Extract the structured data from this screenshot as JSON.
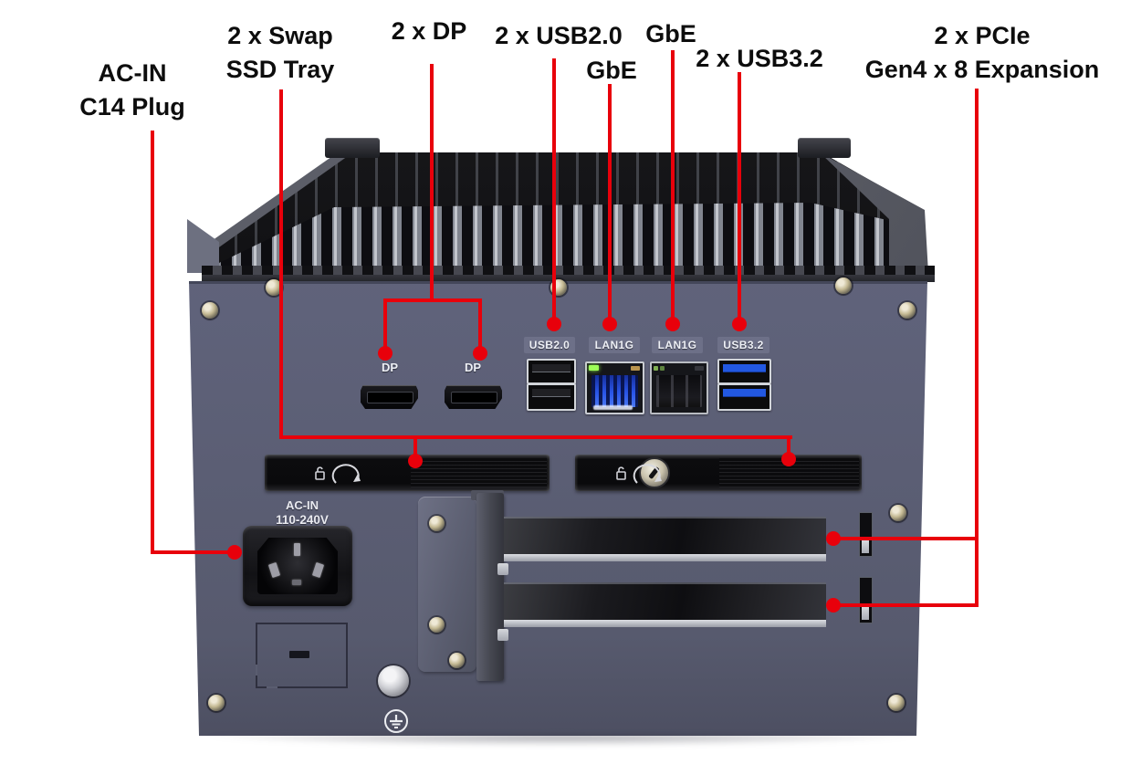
{
  "callouts": {
    "ac_in": {
      "line1": "AC-IN",
      "line2": "C14 Plug"
    },
    "ssd_tray": {
      "line1": "2 x Swap",
      "line2": "SSD Tray"
    },
    "dp": {
      "label": "2 x DP"
    },
    "usb20": {
      "label": "2 x USB2.0"
    },
    "gbe_lan1": {
      "label": "GbE"
    },
    "gbe_lan2": {
      "label": "GbE"
    },
    "usb32": {
      "label": "2 x USB3.2"
    },
    "pcie": {
      "line1": "2 x PCIe",
      "line2": "Gen4 x 8 Expansion"
    }
  },
  "panel_labels": {
    "usb20": "USB2.0",
    "lan1": "LAN1G",
    "lan2": "LAN1G",
    "usb32": "USB3.2",
    "dp1": "DP",
    "dp2": "DP",
    "power_line1": "AC-IN",
    "power_line2": "110-240V"
  },
  "colors": {
    "callout_red": "#e8000b",
    "panel_gray": "#5e6175",
    "usb3_blue": "#2258e2",
    "lan_cavity_blue": "#2a55e8",
    "led_green": "#9dff57"
  }
}
